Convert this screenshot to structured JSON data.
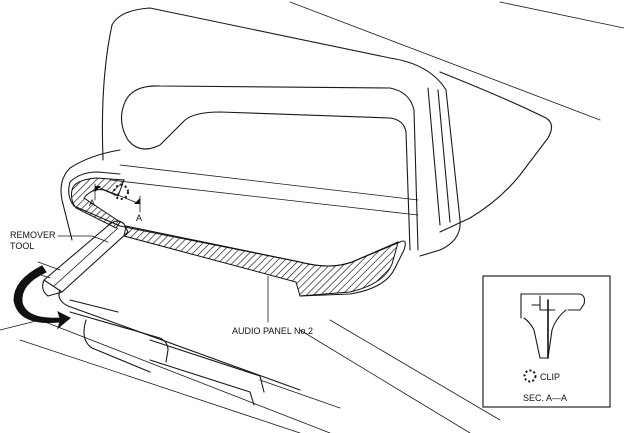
{
  "labels": {
    "remover_tool": [
      "REMOVER",
      "TOOL"
    ],
    "audio_panel": "AUDIO PANEL No.2",
    "clip": "CLIP",
    "section": "SEC. A—A",
    "section_marker": "A"
  },
  "icons": {
    "clip_symbol": "dotted-circle-icon",
    "removal_arrow": "curved-arrow-icon"
  },
  "colors": {
    "line": "#1a1a1a",
    "background": "#ffffff"
  }
}
